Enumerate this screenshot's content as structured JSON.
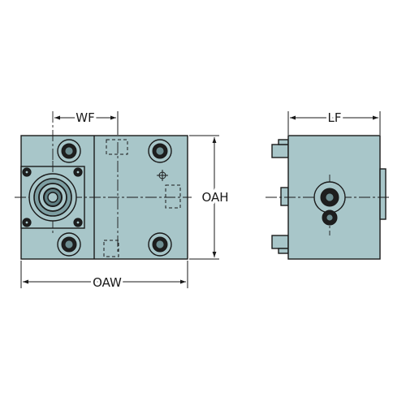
{
  "diagram": {
    "colors": {
      "body": "#a8c6c9",
      "outline": "#1a1a1a",
      "background": "#ffffff"
    },
    "front_view": {
      "labels": {
        "width_to_functional": "WF",
        "overall_height": "OAH",
        "overall_width": "OAW"
      }
    },
    "side_view": {
      "labels": {
        "functional_length": "LF"
      }
    }
  }
}
